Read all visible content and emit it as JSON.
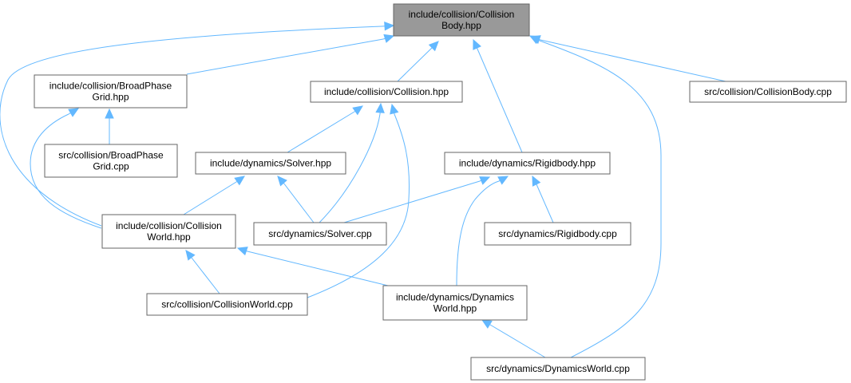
{
  "graph": {
    "colors": {
      "edge": "#63b8ff",
      "root_fill": "#999999",
      "node_border": "#666666",
      "node_fill": "#ffffff"
    },
    "nodes": [
      {
        "id": "n0",
        "lines": [
          "include/collision/Collision",
          "Body.hpp"
        ],
        "root": true
      },
      {
        "id": "n1",
        "lines": [
          "include/collision/BroadPhase",
          "Grid.hpp"
        ]
      },
      {
        "id": "n2",
        "lines": [
          "src/collision/BroadPhase",
          "Grid.cpp"
        ]
      },
      {
        "id": "n3",
        "lines": [
          "include/collision/Collision",
          "World.hpp"
        ]
      },
      {
        "id": "n4",
        "lines": [
          "src/collision/CollisionWorld.cpp"
        ]
      },
      {
        "id": "n5",
        "lines": [
          "include/dynamics/Dynamics",
          "World.hpp"
        ]
      },
      {
        "id": "n6",
        "lines": [
          "src/dynamics/DynamicsWorld.cpp"
        ]
      },
      {
        "id": "n7",
        "lines": [
          "include/collision/Collision.hpp"
        ]
      },
      {
        "id": "n8",
        "lines": [
          "include/dynamics/Solver.hpp"
        ]
      },
      {
        "id": "n9",
        "lines": [
          "src/dynamics/Solver.cpp"
        ]
      },
      {
        "id": "n10",
        "lines": [
          "include/dynamics/Rigidbody.hpp"
        ]
      },
      {
        "id": "n11",
        "lines": [
          "src/dynamics/Rigidbody.cpp"
        ]
      },
      {
        "id": "n12",
        "lines": [
          "src/collision/CollisionBody.cpp"
        ]
      }
    ],
    "edges": [
      {
        "from": "n1",
        "to": "n0"
      },
      {
        "from": "n3",
        "to": "n0"
      },
      {
        "from": "n7",
        "to": "n0"
      },
      {
        "from": "n10",
        "to": "n0"
      },
      {
        "from": "n6",
        "to": "n0"
      },
      {
        "from": "n12",
        "to": "n0"
      },
      {
        "from": "n2",
        "to": "n1"
      },
      {
        "from": "n3",
        "to": "n1"
      },
      {
        "from": "n4",
        "to": "n3"
      },
      {
        "from": "n5",
        "to": "n3"
      },
      {
        "from": "n6",
        "to": "n5"
      },
      {
        "from": "n8",
        "to": "n7"
      },
      {
        "from": "n9",
        "to": "n7"
      },
      {
        "from": "n4",
        "to": "n7"
      },
      {
        "from": "n3",
        "to": "n8"
      },
      {
        "from": "n9",
        "to": "n8"
      },
      {
        "from": "n9",
        "to": "n10"
      },
      {
        "from": "n5",
        "to": "n10"
      },
      {
        "from": "n11",
        "to": "n10"
      }
    ]
  }
}
